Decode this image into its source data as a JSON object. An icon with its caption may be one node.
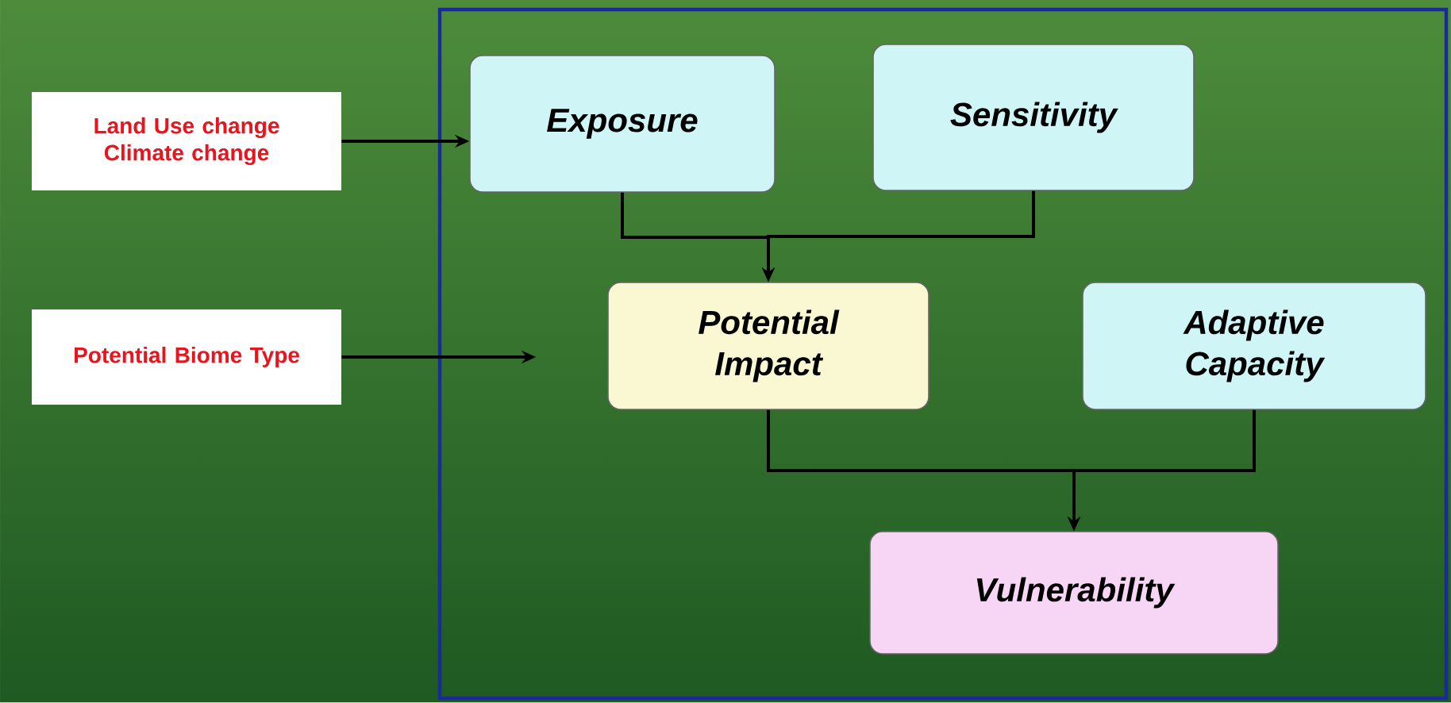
{
  "diagram": {
    "nodes": [
      {
        "text": [],
        "shape": "box"
      },
      {
        "text": [
          "Land Use change Climate change"
        ]
      },
      {
        "text": [
          "Potential Biome Type"
        ]
      },
      {
        "text": [
          "Exposure"
        ],
        "in": 0
      },
      {
        "text": [
          "Sensitivity"
        ],
        "in": 0
      },
      {
        "text": [
          "Potential Impact"
        ],
        "in": 0
      },
      {
        "text": [
          "Adaptive Capacity"
        ],
        "in": 0
      },
      {
        "text": [
          "Vulnerability"
        ],
        "in": 0
      }
    ],
    "edges": [
      {
        "from": 1,
        "to": 3,
        "arrow": "to"
      },
      {
        "from": 2,
        "to": 5,
        "arrow": "to"
      },
      {
        "from": 3,
        "to": 5,
        "arrow": "to"
      },
      {
        "from": 4,
        "to": 5,
        "arrow": "to"
      },
      {
        "from": 5,
        "to": 7,
        "arrow": "to"
      },
      {
        "from": 6,
        "to": 7,
        "arrow": "to"
      }
    ]
  }
}
